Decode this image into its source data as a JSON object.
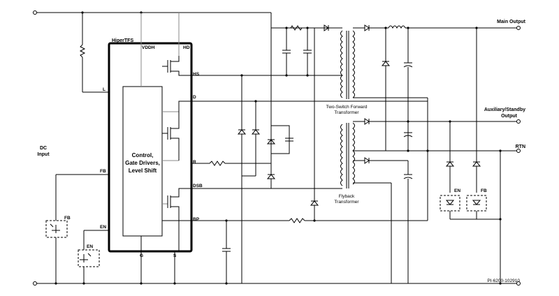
{
  "ic": {
    "name": "HiperTFS",
    "pins": {
      "vddh": "VDDH",
      "hd": "HD",
      "hs": "HS",
      "l": "L",
      "d": "D",
      "r": "R",
      "dsb": "DSB",
      "fb": "FB",
      "en": "EN",
      "bp": "BP",
      "g": "G",
      "s": "S"
    },
    "core_lines": [
      "Control,",
      "Gate Drivers,",
      "Level Shift"
    ]
  },
  "input": {
    "line1": "DC",
    "line2": "Input"
  },
  "outputs": {
    "main": "Main Output",
    "aux_line1": "Auxiliary/Standby",
    "aux_line2": "Output",
    "rtn": "RTN"
  },
  "transformers": {
    "forward_line1": "Two-Switch Forward",
    "forward_line2": "Transformer",
    "flyback_line1": "Flyback",
    "flyback_line2": "Transformer"
  },
  "optos": {
    "fb_left": "FB",
    "en_left": "EN",
    "en_right": "EN",
    "fb_right": "FB"
  },
  "footer": {
    "part_number": "PI-6200-102910"
  }
}
